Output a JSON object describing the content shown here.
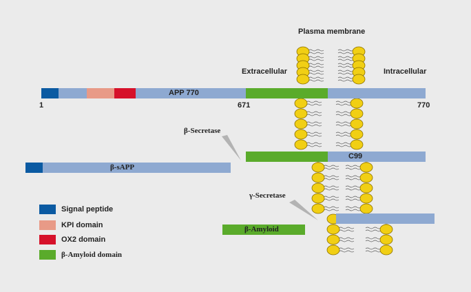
{
  "colors": {
    "background": "#ebebeb",
    "app_bar": "#8ea9d1",
    "signal_peptide": "#0b5aa2",
    "kpi_domain": "#e89a87",
    "ox2_domain": "#d6112a",
    "amyloid_domain": "#5aab2b",
    "lipid_head": "#f1cf14",
    "lipid_head_stroke": "#8a6f00",
    "secretase_wedge": "#b3b3b3"
  },
  "labels": {
    "plasma_membrane": "Plasma membrane",
    "extracellular": "Extracellular",
    "intracellular": "Intracellular",
    "app770": "APP 770",
    "pos_1": "1",
    "pos_671": "671",
    "pos_770": "770",
    "beta_secretase": "β-Secretase",
    "gamma_secretase": "γ-Secretase",
    "c99": "C99",
    "beta_sapp": "β-sAPP",
    "beta_amyloid": "β-Amyloid"
  },
  "legend": [
    {
      "label": "Signal peptide",
      "color_key": "signal_peptide"
    },
    {
      "label": "KPI domain",
      "color_key": "kpi_domain"
    },
    {
      "label": "OX2 domain",
      "color_key": "ox2_domain"
    },
    {
      "label": "β-Amyloid domain",
      "color_key": "amyloid_domain"
    }
  ],
  "icons": {
    "lipid": "lipid-bilayer-icon",
    "wedge": "secretase-wedge-icon"
  }
}
